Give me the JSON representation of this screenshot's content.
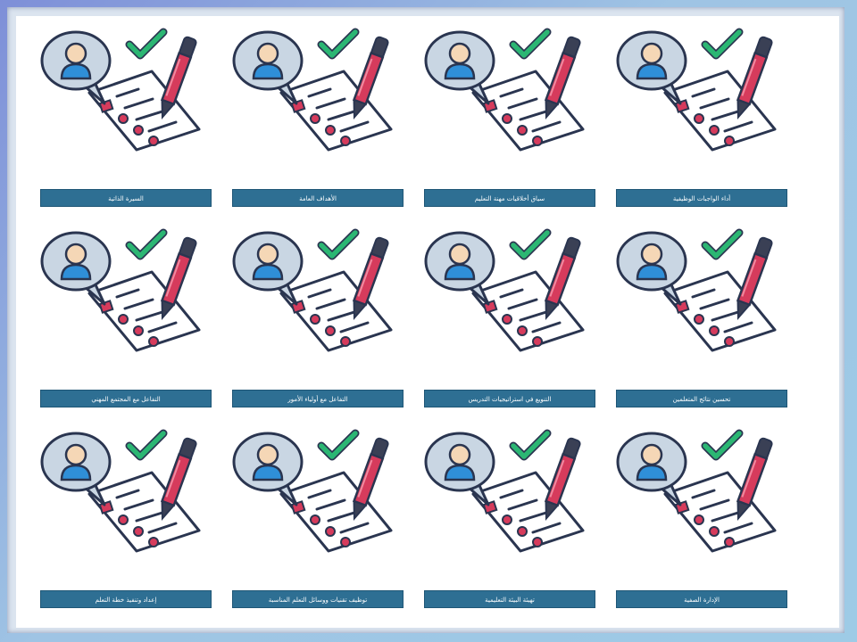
{
  "cards": [
    {
      "label": "أداء الواجبات الوظيفية"
    },
    {
      "label": "سياق أخلاقيات مهنة التعليم"
    },
    {
      "label": "الأهداف العامة"
    },
    {
      "label": "السيرة الذاتية"
    },
    {
      "label": "تحسين نتائج المتعلمين"
    },
    {
      "label": "التنويع في استراتيجيات التدريس"
    },
    {
      "label": "التفاعل مع أولياء الأمور"
    },
    {
      "label": "التفاعل مع المجتمع المهني"
    },
    {
      "label": "الإدارة الصفية"
    },
    {
      "label": "تهيئة البيئة التعليمية"
    },
    {
      "label": "توظيف تقنيات ووسائل التعلم المناسبة"
    },
    {
      "label": "إعداد وتنفيذ خطة التعلم"
    }
  ],
  "colors": {
    "label_bg": "#2e6f93",
    "check": "#2bb673",
    "pen": "#d63b5c",
    "avatar": "#2f8fd8"
  },
  "icons": [
    "checklist-icon",
    "person-icon",
    "checkmark-icon",
    "pen-icon"
  ]
}
